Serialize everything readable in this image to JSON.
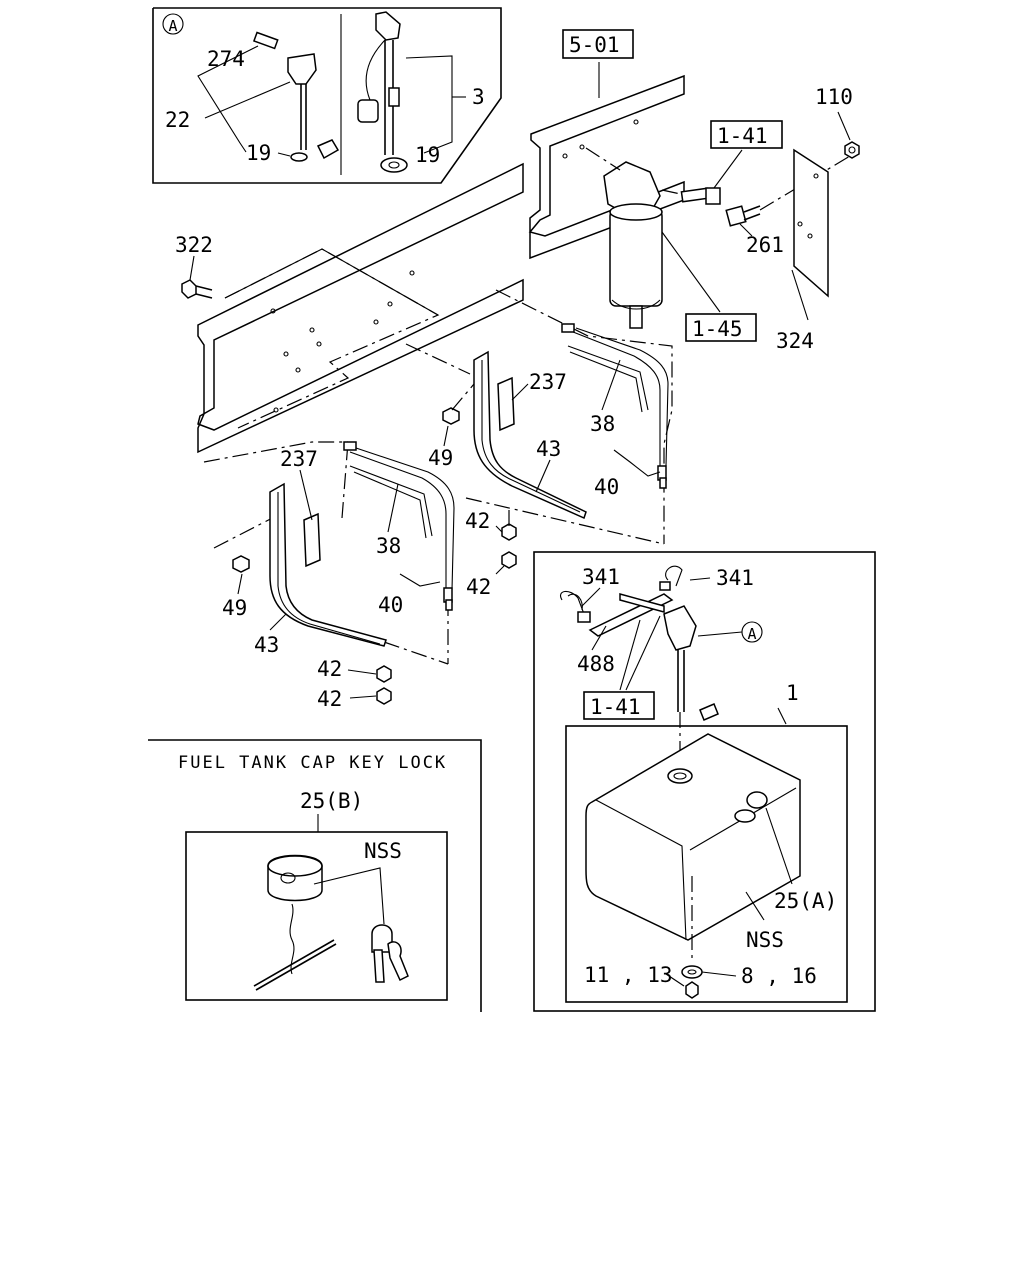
{
  "labels": {
    "callout_a_top": "A",
    "p274": "274",
    "p22": "22",
    "p19_left": "19",
    "p19_right": "19",
    "p3": "3",
    "ref_501": "5-01",
    "p110": "110",
    "ref_141_top": "1-41",
    "p261": "261",
    "p322": "322",
    "ref_145": "1-45",
    "p324": "324",
    "p237_right": "237",
    "p38_right": "38",
    "p49_right": "49",
    "p43_right": "43",
    "p40_right": "40",
    "p237_left": "237",
    "p42_a": "42",
    "p42_b": "42",
    "p38_left": "38",
    "p49_left": "49",
    "p40_left": "40",
    "p43_left": "43",
    "p42_c": "42",
    "p42_d": "42",
    "p341_left": "341",
    "p341_right": "341",
    "callout_a_mid": "A",
    "p488": "488",
    "p1": "1",
    "ref_141_bottom": "1-41",
    "p25a": "25(A)",
    "nss_tank": "NSS",
    "p1113": "11 , 13",
    "p816": "8 , 16",
    "key_lock_title": "FUEL TANK CAP KEY LOCK",
    "p25b": "25(B)",
    "nss_key": "NSS"
  }
}
